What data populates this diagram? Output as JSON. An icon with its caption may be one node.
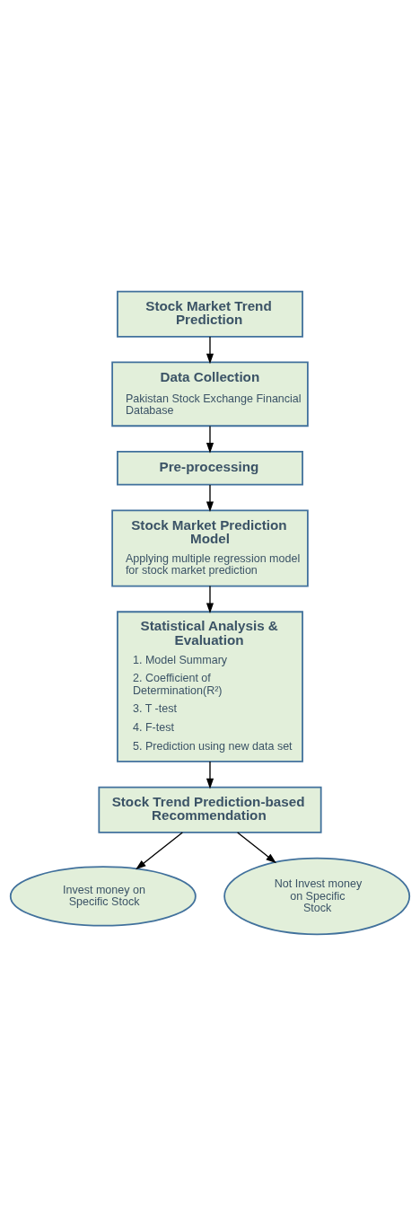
{
  "diagram": {
    "nodes": [
      {
        "text": [
          "Stock Market Trend Prediction"
        ]
      },
      {
        "text": [
          "Data Collection",
          "Pakistan Stock Exchange Financial Database"
        ]
      },
      {
        "text": [
          "Pre-processing"
        ]
      },
      {
        "text": [
          "Stock Market Prediction Model",
          "Applying multiple regression model for stock market prediction"
        ]
      },
      {
        "text": [
          "Statistical Analysis & Evaluation",
          "1. Model Summary",
          "2. Coefficient of Determination(R²)",
          "3. T -test",
          "4. F-test",
          "5. Prediction using new data set"
        ]
      },
      {
        "text": [
          "Stock Trend Prediction-based Recommendation"
        ]
      },
      {
        "text": [
          "Invest money on Specific Stock"
        ]
      },
      {
        "text": [
          "Not Invest money on Specific Stock"
        ]
      }
    ],
    "edges": [
      {
        "from": 0,
        "to": 1,
        "arrow": "to"
      },
      {
        "from": 1,
        "to": 2,
        "arrow": "to"
      },
      {
        "from": 2,
        "to": 3,
        "arrow": "to"
      },
      {
        "from": 3,
        "to": 4,
        "arrow": "to"
      },
      {
        "from": 4,
        "to": 5,
        "arrow": "to"
      },
      {
        "from": 5,
        "to": 6,
        "arrow": "to"
      },
      {
        "from": 5,
        "to": 7,
        "arrow": "to"
      }
    ]
  }
}
